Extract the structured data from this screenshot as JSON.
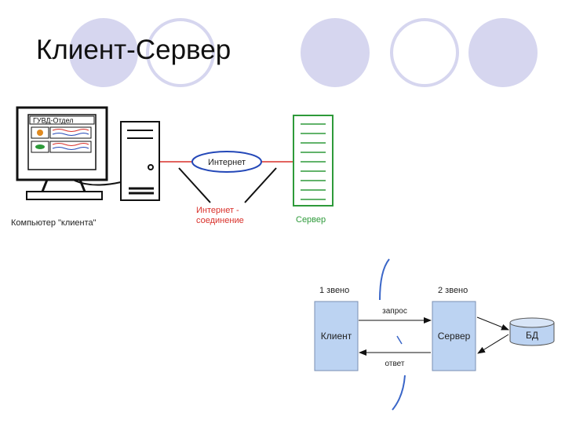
{
  "slide": {
    "title": "Клиент-Сервер",
    "accent_color": "#d6d6ef"
  },
  "top_diagram": {
    "client_label": "Компьютер \"клиента\"",
    "screen_header": "ГУВД-Отдел",
    "internet_label": "Интернет",
    "connection_label_line1": "Интернет -",
    "connection_label_line2": "соединение",
    "server_label": "Сервер",
    "connection_color": "#d9302a",
    "internet_color": "#2448b8",
    "server_color": "#2e9a3a"
  },
  "bottom_diagram": {
    "tier1_label": "1 звено",
    "tier2_label": "2 звено",
    "client_box": "Клиент",
    "server_box": "Сервер",
    "request_label": "запрос",
    "response_label": "ответ",
    "db_label": "БД",
    "box_color": "#bcd3f2",
    "divider_color": "#3a66c8"
  }
}
